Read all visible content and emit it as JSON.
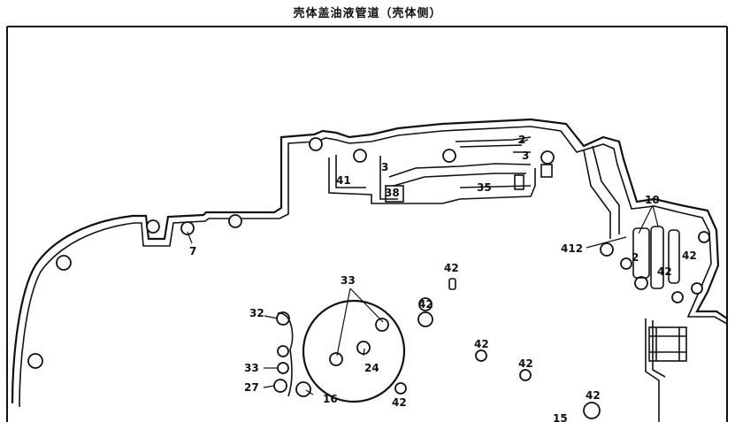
{
  "title": "壳体盖油液管道（壳体侧）",
  "labels": {
    "l_2a": "2",
    "l_3a": "3",
    "l_3b": "3",
    "l_41": "41",
    "l_38": "38",
    "l_35": "35",
    "l_10": "10",
    "l_412": "412",
    "l_2b": "2",
    "l_42a": "42",
    "l_42b": "42",
    "l_7": "7",
    "l_42c": "42",
    "l_33a": "33",
    "l_42d": "42",
    "l_32": "32",
    "l_42e": "42",
    "l_42f": "42",
    "l_24": "24",
    "l_33b": "33",
    "l_27": "27",
    "l_16": "16",
    "l_42g": "42",
    "l_42h": "42",
    "l_15": "15"
  }
}
